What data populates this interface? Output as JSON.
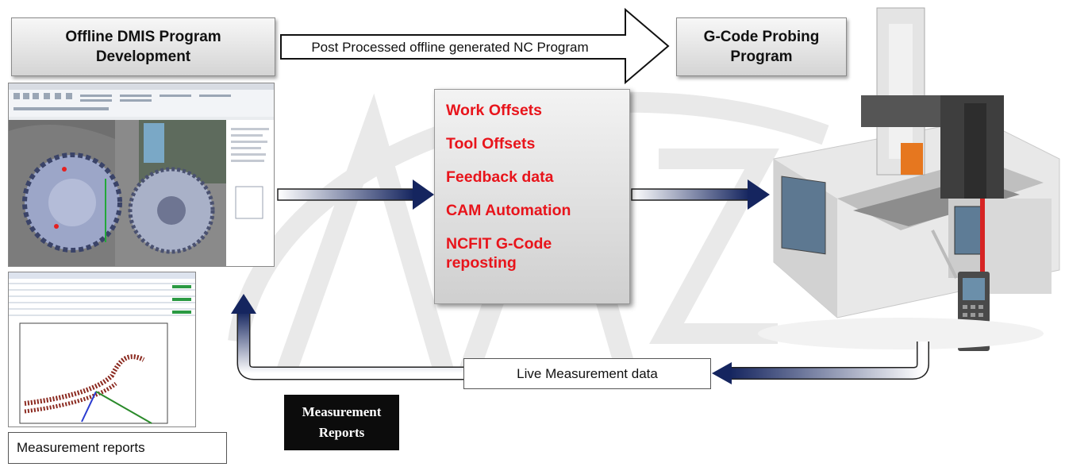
{
  "boxes": {
    "dmis_line1": "Offline DMIS Program",
    "dmis_line2": "Development",
    "gcode_line1": "G-Code Probing",
    "gcode_line2": "Program",
    "nc_arrow": "Post Processed offline generated NC Program",
    "measurement_reports": "Measurement reports",
    "live_data": "Live Measurement data",
    "black_line1": "Measurement",
    "black_line2": "Reports"
  },
  "center_list": {
    "items": [
      "Work Offsets",
      "Tool Offsets",
      "Feedback data",
      "CAM Automation"
    ],
    "last_line1": "NCFIT G-Code",
    "last_line2": "reposting"
  },
  "colors": {
    "red_text": "#e8141b",
    "arrow_dark": "#1c2a6b",
    "box_gray": "#d4d4d4"
  }
}
